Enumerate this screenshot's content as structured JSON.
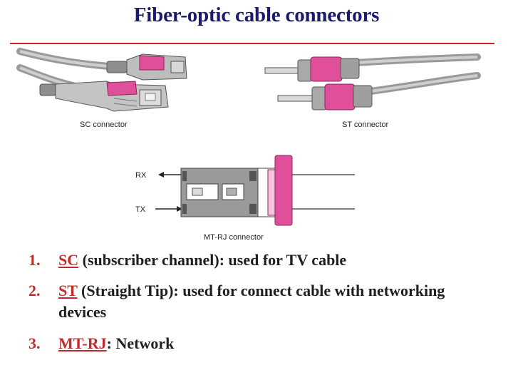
{
  "slide": {
    "title": "Fiber-optic cable connectors",
    "captions": {
      "sc": "SC connector",
      "st": "ST connector",
      "mtrj": "MT-RJ connector",
      "rx": "RX",
      "tx": "TX"
    },
    "items": [
      {
        "number": "1.",
        "term": "SC",
        "text": " (subscriber channel): used for TV cable"
      },
      {
        "number": "2.",
        "term": "ST",
        "text": " (Straight Tip): used for connect cable with networking devices"
      },
      {
        "number": "3.",
        "term": "MT-RJ",
        "text": ": Network"
      }
    ],
    "colors": {
      "title": "#1b1b6e",
      "accent": "#c42a2a",
      "connector_pink": "#e0509a",
      "cable_gray": "#a8a8a8"
    }
  }
}
